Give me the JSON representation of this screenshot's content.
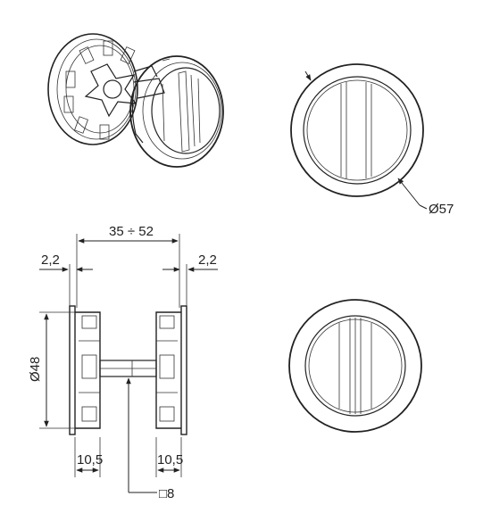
{
  "dimensions": {
    "diameter_ring": "Ø57",
    "diameter_body": "Ø48",
    "spindle_range": "35 ÷ 52",
    "flange_left": "2,2",
    "flange_right": "2,2",
    "depth_left": "10,5",
    "depth_right": "10,5",
    "square_spindle": "□8"
  }
}
